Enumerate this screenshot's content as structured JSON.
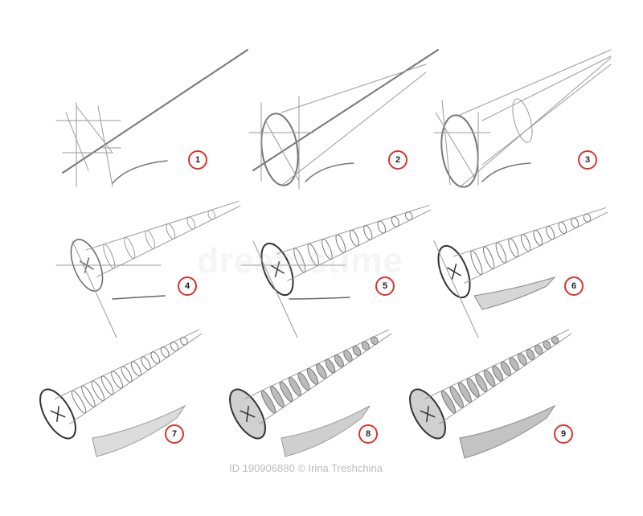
{
  "steps": [
    "1",
    "2",
    "3",
    "4",
    "5",
    "6",
    "7",
    "8",
    "9"
  ],
  "watermark": "dreamstime",
  "watermark_id": "ID 190906880 © Irina Treshchina",
  "colors": {
    "badge_border": "#d9342b",
    "sketch": "#555555",
    "light_sketch": "#9a9a9a"
  }
}
